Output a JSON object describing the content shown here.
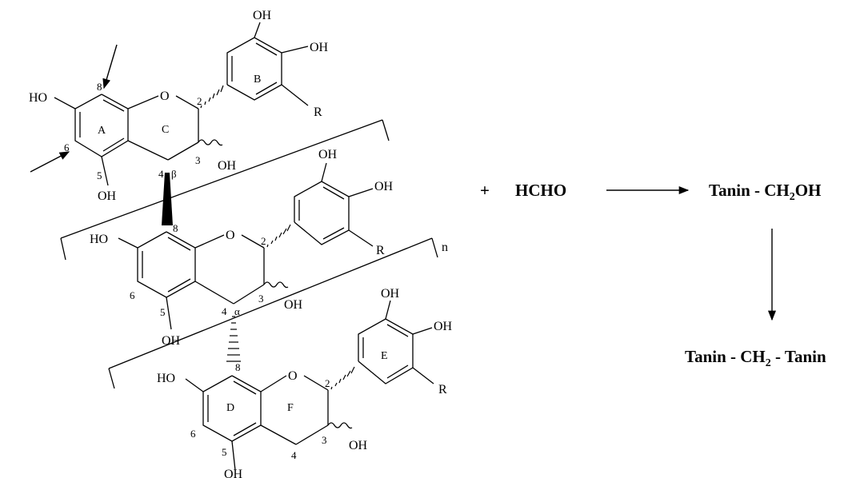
{
  "structure": {
    "oh": "OH",
    "ho": "HO",
    "r": "R",
    "n": "n",
    "rings": [
      "A",
      "B",
      "C",
      "D",
      "E",
      "F"
    ],
    "positions": [
      "2",
      "3",
      "4",
      "5",
      "6",
      "8"
    ],
    "stereo": [
      "β",
      "α"
    ]
  },
  "reaction": {
    "plus": "+",
    "reagent": "HCHO",
    "product1": {
      "prefix": "Tanin - CH",
      "sub": "2",
      "suffix": "OH"
    },
    "product2": {
      "prefix": "Tanin - CH",
      "sub": "2",
      "suffix": " - Tanin"
    }
  }
}
